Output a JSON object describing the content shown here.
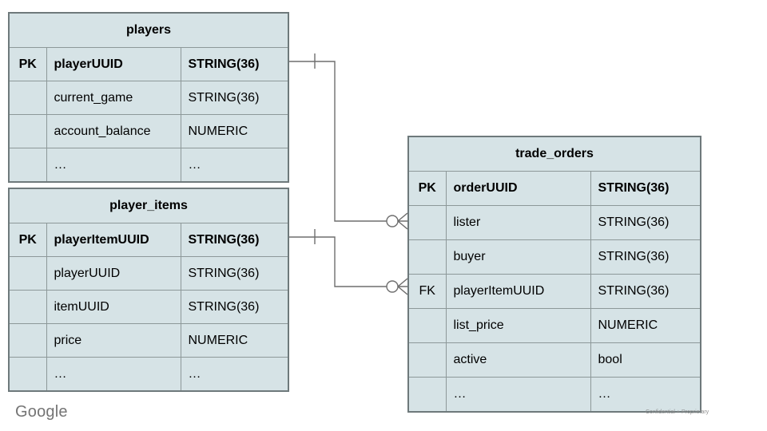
{
  "branding": {
    "logo_text": "Google",
    "footer_note": "Confidential + Proprietary"
  },
  "colors": {
    "table_fill": "#d6e3e6",
    "inner_border": "#8d9899",
    "outer_border": "#6e797b",
    "connector": "#6e6e6e",
    "text": "#000000",
    "footer_text": "#8e8e8e",
    "logo_gray": "#747474"
  },
  "tables": [
    {
      "id": "players",
      "title": "players",
      "rows": [
        {
          "key": "PK",
          "name": "playerUUID",
          "type": "STRING(36)",
          "bold": true
        },
        {
          "key": "",
          "name": "current_game",
          "type": "STRING(36)",
          "bold": false
        },
        {
          "key": "",
          "name": "account_balance",
          "type": "NUMERIC",
          "bold": false
        },
        {
          "key": "",
          "name": "…",
          "type": "…",
          "bold": false
        }
      ]
    },
    {
      "id": "player_items",
      "title": "player_items",
      "rows": [
        {
          "key": "PK",
          "name": "playerItemUUID",
          "type": "STRING(36)",
          "bold": true
        },
        {
          "key": "",
          "name": "playerUUID",
          "type": "STRING(36)",
          "bold": false
        },
        {
          "key": "",
          "name": "itemUUID",
          "type": "STRING(36)",
          "bold": false
        },
        {
          "key": "",
          "name": "price",
          "type": "NUMERIC",
          "bold": false
        },
        {
          "key": "",
          "name": "…",
          "type": "…",
          "bold": false
        }
      ]
    },
    {
      "id": "trade_orders",
      "title": "trade_orders",
      "rows": [
        {
          "key": "PK",
          "name": "orderUUID",
          "type": "STRING(36)",
          "bold": true
        },
        {
          "key": "",
          "name": "lister",
          "type": "STRING(36)",
          "bold": false
        },
        {
          "key": "",
          "name": "buyer",
          "type": "STRING(36)",
          "bold": false
        },
        {
          "key": "FK",
          "name": "playerItemUUID",
          "type": "STRING(36)",
          "bold": false
        },
        {
          "key": "",
          "name": "list_price",
          "type": "NUMERIC",
          "bold": false
        },
        {
          "key": "",
          "name": "active",
          "type": "bool",
          "bold": false
        },
        {
          "key": "",
          "name": "…",
          "type": "…",
          "bold": false
        }
      ]
    }
  ],
  "relationships": [
    {
      "from_table": "players",
      "from_column": "playerUUID",
      "to_table": "trade_orders",
      "to_column": "lister",
      "from_cardinality": "one",
      "to_cardinality": "zero-or-many"
    },
    {
      "from_table": "player_items",
      "from_column": "playerItemUUID",
      "to_table": "trade_orders",
      "to_column": "playerItemUUID",
      "from_cardinality": "one",
      "to_cardinality": "zero-or-many"
    }
  ]
}
